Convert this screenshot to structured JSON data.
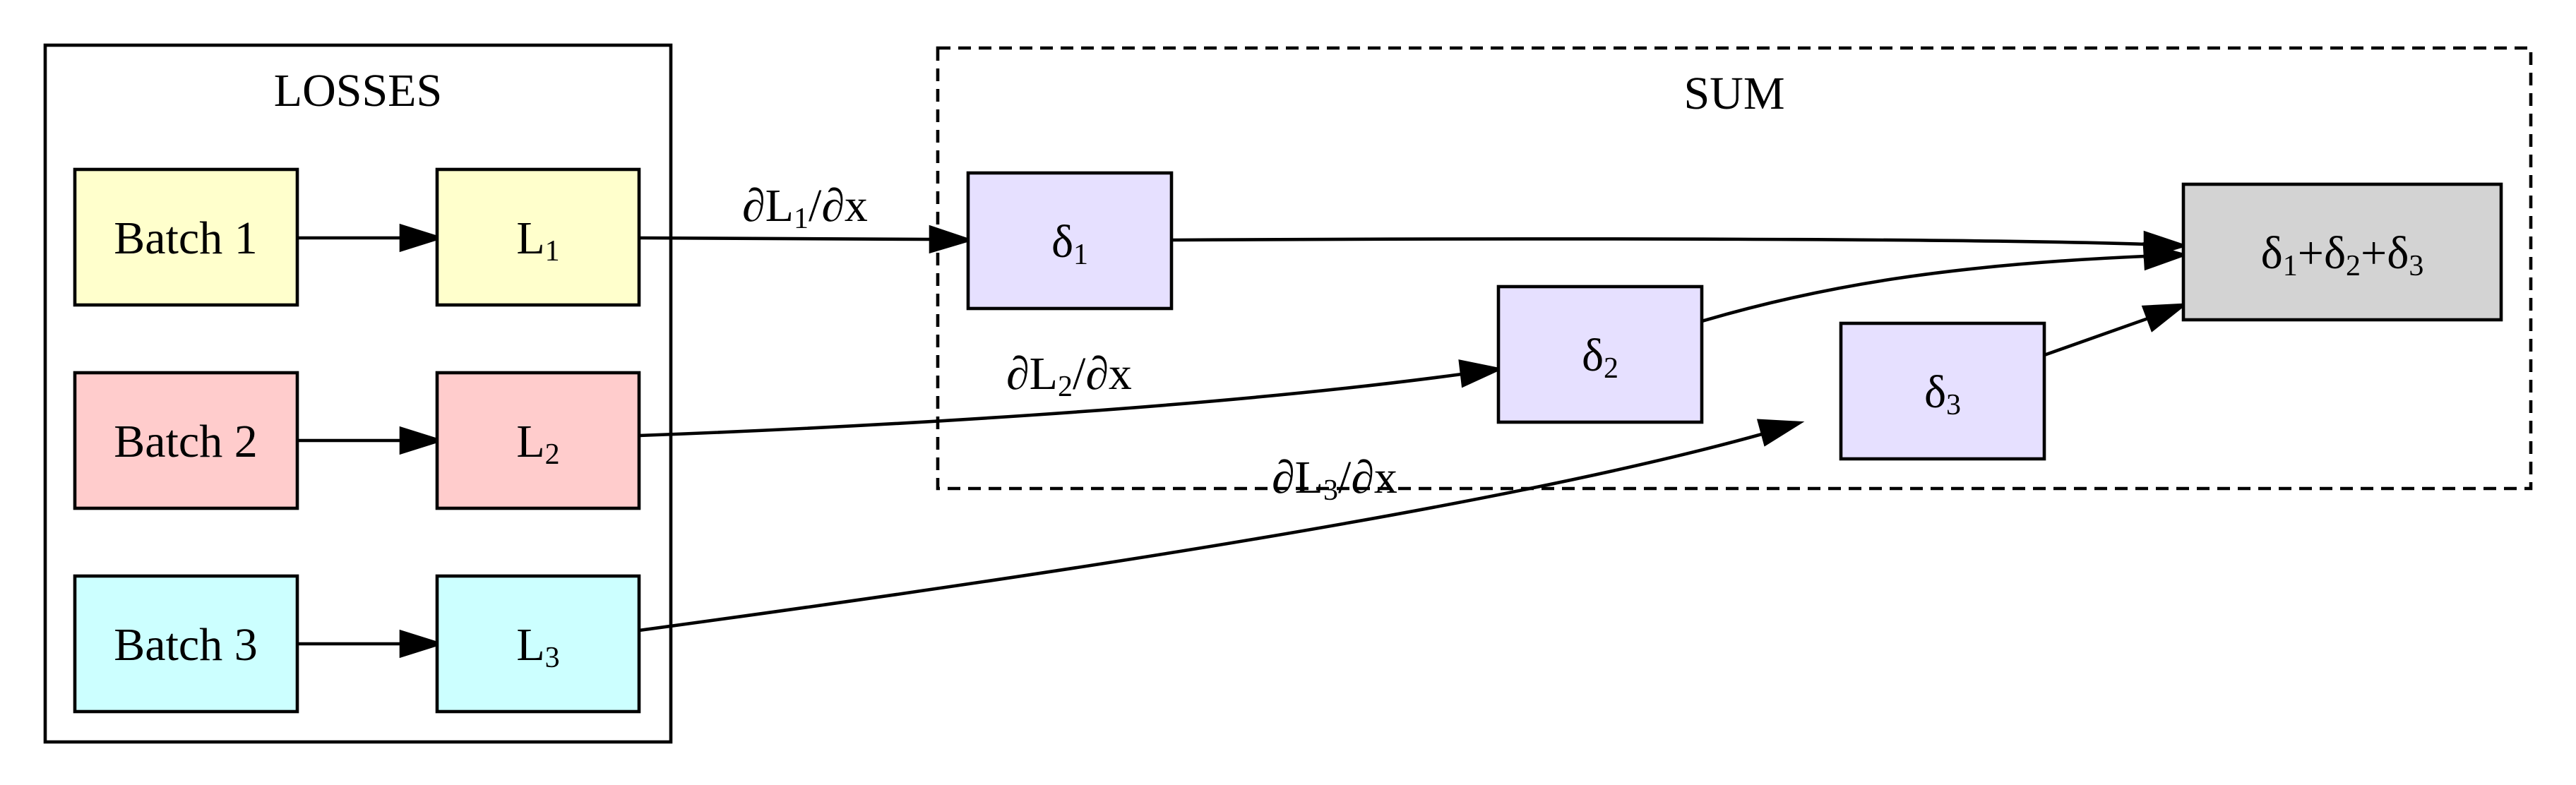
{
  "clusters": {
    "losses": {
      "title": "LOSSES"
    },
    "sum": {
      "title": "SUM"
    }
  },
  "nodes": {
    "batch1": {
      "label": "Batch 1",
      "fill": "#ffffcc"
    },
    "batch2": {
      "label": "Batch 2",
      "fill": "#ffcccc"
    },
    "batch3": {
      "label": "Batch 3",
      "fill": "#ccffff"
    },
    "L1": {
      "base": "L",
      "sub": "1",
      "fill": "#ffffcc"
    },
    "L2": {
      "base": "L",
      "sub": "2",
      "fill": "#ffcccc"
    },
    "L3": {
      "base": "L",
      "sub": "3",
      "fill": "#ccffff"
    },
    "d1": {
      "base": "δ",
      "sub": "1",
      "fill": "#e6e0ff"
    },
    "d2": {
      "base": "δ",
      "sub": "2",
      "fill": "#e6e0ff"
    },
    "d3": {
      "base": "δ",
      "sub": "3",
      "fill": "#e6e0ff"
    },
    "total": {
      "parts": [
        {
          "base": "δ",
          "sub": "1"
        },
        {
          "base": "+δ",
          "sub": "2"
        },
        {
          "base": "+δ",
          "sub": "3"
        }
      ],
      "fill": "#d3d3d3"
    }
  },
  "edge_labels": {
    "e1": {
      "pre": "∂L",
      "sub": "1",
      "post": "/∂x"
    },
    "e2": {
      "pre": "∂L",
      "sub": "2",
      "post": "/∂x"
    },
    "e3": {
      "pre": "∂L",
      "sub": "3",
      "post": "/∂x"
    }
  },
  "edges": [
    {
      "from": "Batch 1",
      "to": "L1"
    },
    {
      "from": "Batch 2",
      "to": "L2"
    },
    {
      "from": "Batch 3",
      "to": "L3"
    },
    {
      "from": "L1",
      "to": "δ1"
    },
    {
      "from": "L2",
      "to": "δ2"
    },
    {
      "from": "L3",
      "to": "δ3"
    },
    {
      "from": "δ1",
      "to": "δ1+δ2+δ3"
    },
    {
      "from": "δ2",
      "to": "δ1+δ2+δ3"
    },
    {
      "from": "δ3",
      "to": "δ1+δ2+δ3"
    }
  ]
}
